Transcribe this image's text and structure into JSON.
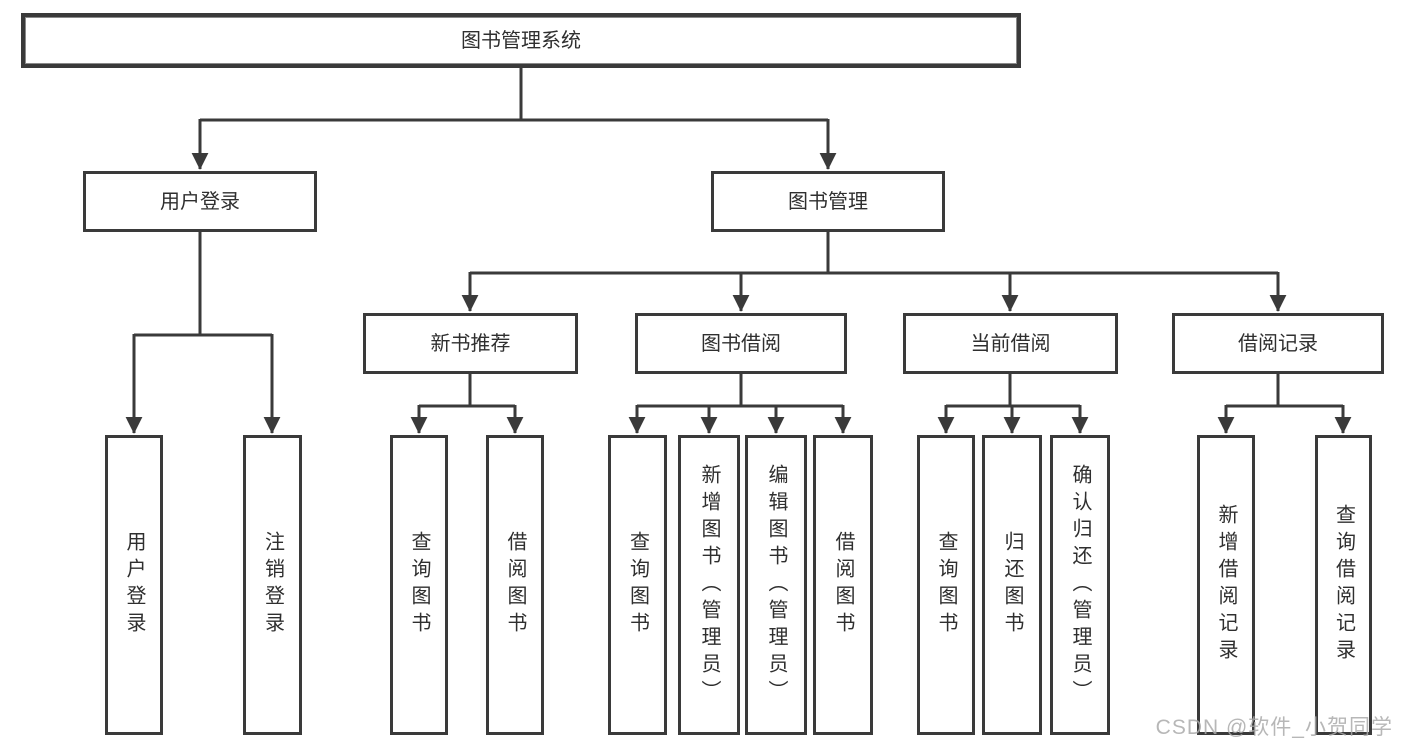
{
  "diagram": {
    "title_node": "图书管理系统",
    "nodes": {
      "root": "图书管理系统",
      "user_login": "用户登录",
      "book_mgmt": "图书管理",
      "new_book_rec": "新书推荐",
      "book_borrow": "图书借阅",
      "current_borrow": "当前借阅",
      "borrow_records": "借阅记录",
      "leaf_user_login": "用户登录",
      "leaf_logout": "注销登录",
      "leaf_nbr_query": "查询图书",
      "leaf_nbr_borrow": "借阅图书",
      "leaf_bb_query": "查询图书",
      "leaf_bb_add": "新增图书（管理员）",
      "leaf_bb_edit": "编辑图书（管理员）",
      "leaf_bb_borrow": "借阅图书",
      "leaf_cb_query": "查询图书",
      "leaf_cb_return": "归还图书",
      "leaf_cb_confirm": "确认归还（管理员）",
      "leaf_br_add": "新增借阅记录",
      "leaf_br_query": "查询借阅记录"
    },
    "hierarchy": {
      "图书管理系统": {
        "用户登录": [
          "用户登录",
          "注销登录"
        ],
        "图书管理": {
          "新书推荐": [
            "查询图书",
            "借阅图书"
          ],
          "图书借阅": [
            "查询图书",
            "新增图书（管理员）",
            "编辑图书（管理员）",
            "借阅图书"
          ],
          "当前借阅": [
            "查询图书",
            "归还图书",
            "确认归还（管理员）"
          ],
          "借阅记录": [
            "新增借阅记录",
            "查询借阅记录"
          ]
        }
      }
    },
    "colors": {
      "line": "#3a3a3a",
      "border": "#3a3a3a",
      "text": "#2f2f2f",
      "background": "#ffffff",
      "watermark": "#aaaaaa"
    }
  },
  "watermark": {
    "text": "CSDN @软件_小贺同学"
  }
}
